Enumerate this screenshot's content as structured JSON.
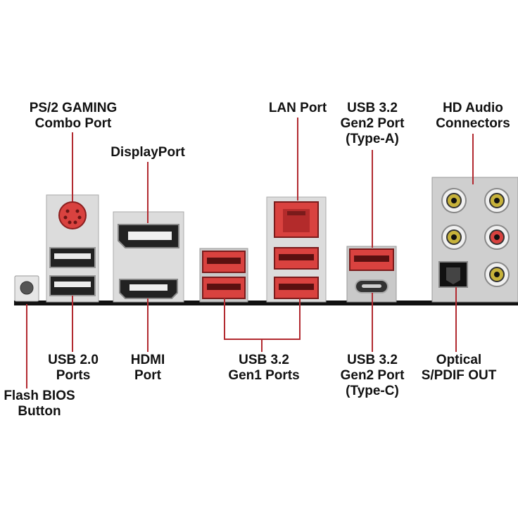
{
  "labels": {
    "ps2": [
      "PS/2 GAMING",
      "Combo Port"
    ],
    "displayport": "DisplayPort",
    "lan": "LAN Port",
    "usb32_gen2_a": [
      "USB 3.2",
      "Gen2 Port",
      "(Type-A)"
    ],
    "hd_audio": [
      "HD Audio",
      "Connectors"
    ],
    "usb20": [
      "USB 2.0",
      "Ports"
    ],
    "hdmi": [
      "HDMI",
      "Port"
    ],
    "usb32_gen1": [
      "USB 3.2",
      "Gen1 Ports"
    ],
    "usb32_gen2_c": [
      "USB 3.2",
      "Gen2 Port",
      "(Type-C)"
    ],
    "optical": [
      "Optical",
      "S/PDIF OUT"
    ],
    "flash_bios": [
      "Flash BIOS",
      "Button"
    ]
  },
  "colors": {
    "accent_red": "#c8333a",
    "leader_line": "#b22a30",
    "port_red": "#d9423f",
    "panel_silver": "#d8d8d8",
    "board_black": "#111111"
  }
}
